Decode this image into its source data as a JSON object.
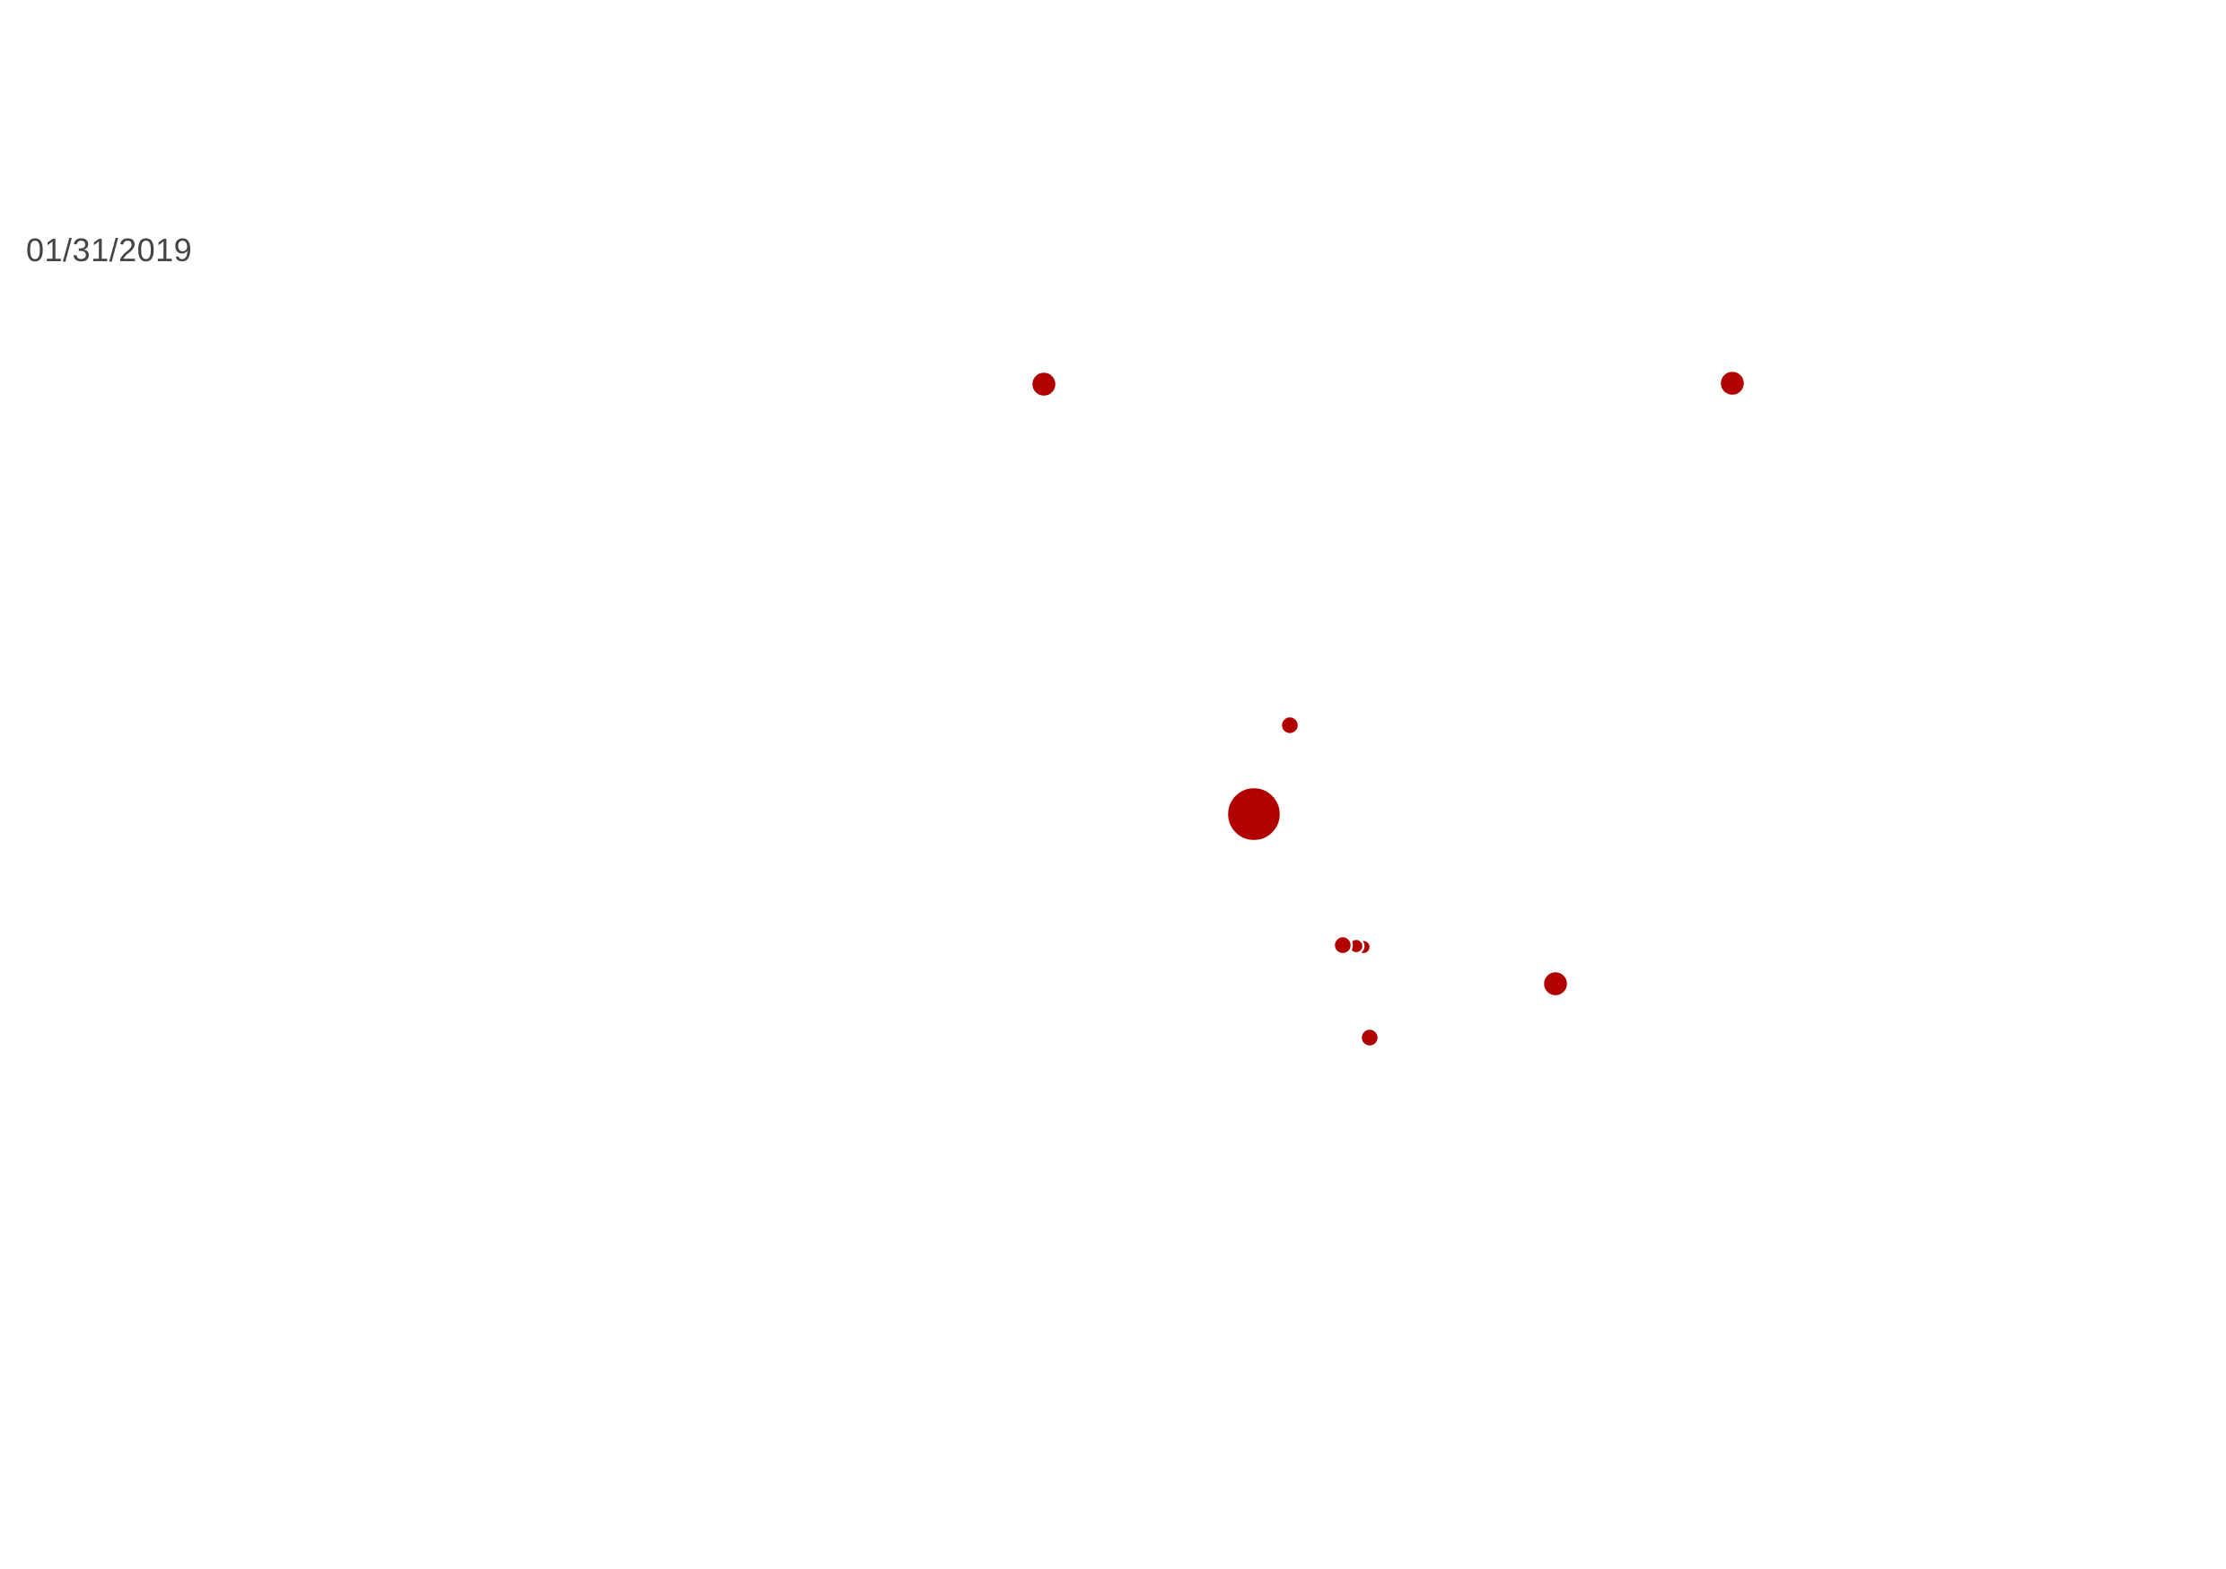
{
  "map": {
    "date": "01/31/2019",
    "marker_color": "#B00000",
    "markers": [
      {
        "id": "marker-1",
        "size": "medium"
      },
      {
        "id": "marker-2",
        "size": "medium"
      },
      {
        "id": "marker-3",
        "size": "small"
      },
      {
        "id": "marker-4",
        "size": "large"
      },
      {
        "id": "marker-5",
        "size": "small"
      },
      {
        "id": "marker-6",
        "size": "small"
      },
      {
        "id": "marker-7",
        "size": "small"
      },
      {
        "id": "marker-8",
        "size": "medium"
      },
      {
        "id": "marker-9",
        "size": "small"
      }
    ]
  }
}
